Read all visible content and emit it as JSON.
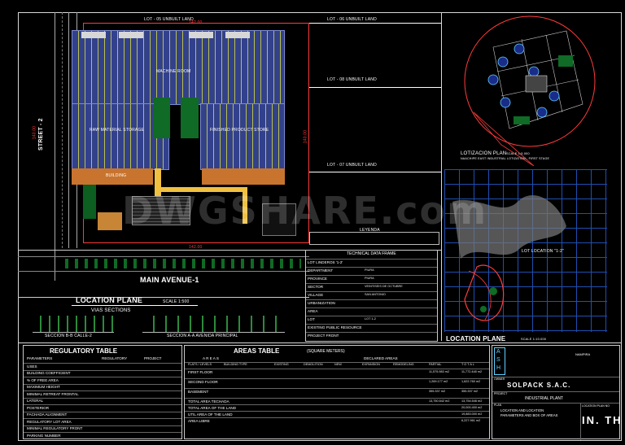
{
  "lots": {
    "lot05": "LOT - 05 UNBUILT LAND",
    "lot06": "LOT - 06 UNBUILT LAND",
    "lot08": "LOT - 08 UNBUILT LAND",
    "lot07": "LOT - 07 UNBUILT LAND"
  },
  "dims": {
    "top": "142.00",
    "left": "140.00",
    "right": "140.00",
    "bottom": "142.00"
  },
  "plan": {
    "street": "STREET - 2",
    "machine_room": "MACHINE ROOM",
    "raw_storage": "RAW MATERIAL STORAGE",
    "finished": "FINISHED PRODUCT STORE",
    "building": "BUILDING",
    "avenue": "MAIN AVENUE-1",
    "location_plane": "LOCATION PLANE",
    "scale1": "SCALE 1:500",
    "vias": "VIAS SECTIONS",
    "sec1": "SECCION B-B CALLE-2",
    "sec2": "SECCION A-A AVENIDA PRINCIPAL",
    "legend": "LEYENDA"
  },
  "lotization": {
    "title": "LOTIZACION PLAN",
    "scale": "SCALE 1:5.000",
    "sub": "NAACHIPE EAST INDUSTRIAL LOTIZATION - FIRST STAGE"
  },
  "location2": {
    "title": "LOCATION PLANE",
    "scale": "SCALE 1:10.000",
    "lot": "LOT LOCATION \"1-2\""
  },
  "tech": {
    "title": "TECHNICAL DATA FRAME",
    "rows": [
      "LOT LINDEROS '1-2'",
      "DEPARTMENT",
      "PROVINCE",
      "SECTOR",
      "VILLAGE",
      "URBANIZATION",
      "AREA",
      "LOT",
      "EXISTING PUBLIC RESOURCE",
      "PROJECT FRONT"
    ],
    "values": [
      "",
      "PIURA",
      "PIURA",
      "VEINTISEIS DE OCTUBRE",
      "SAN ANTONIO",
      "",
      "",
      "LOT 1-2",
      "",
      ""
    ]
  },
  "regulatory": {
    "title": "REGULATORY TABLE",
    "headers": [
      "PARAMETERS",
      "REGULATORY",
      "PROJECT"
    ],
    "rows": [
      [
        "USES",
        "",
        ""
      ],
      [
        "BUILDING COEFFICIENT",
        "",
        ""
      ],
      [
        "% OF FREE AREA",
        "",
        ""
      ],
      [
        "MAXIMUM HEIGHT",
        "",
        ""
      ],
      [
        "MINIMAL RETREAT  FRONTAL",
        "",
        ""
      ],
      [
        "LATERAL",
        "",
        ""
      ],
      [
        "POSTERIOR",
        "",
        ""
      ],
      [
        "FACHADA ALIGNMENT",
        "",
        ""
      ],
      [
        "REGULATORY LOT AREA",
        "",
        ""
      ],
      [
        "MINIMAL REGULATORY FRONT",
        "",
        ""
      ],
      [
        "PARKING NUMBER",
        "",
        ""
      ]
    ]
  },
  "areas": {
    "title": "AREAS TABLE",
    "unit": "(SQUARE METERS)",
    "group1": "A R E A S",
    "group2": "DECLARED AREAS",
    "cols": [
      "FLATS / LEVELS",
      "BUILDING TYPE",
      "EXISTING",
      "DEMOLITION",
      "NEW",
      "EXPANSION",
      "REMODELING",
      "PARTIAL",
      "T O T A L"
    ],
    "rows": [
      {
        "name": "FIRST FLOOR",
        "partial": "11,575.983 m2",
        "total": "11,772.448 m2"
      },
      {
        "name": "SECOND FLOOR",
        "partial": "1,269.177 m2",
        "total": "1,622.760 m2"
      },
      {
        "name": "BASEMENT",
        "partial": "355.337 m2",
        "total": "355.337 m2"
      },
      {
        "name": "TOTAL AREA TECHADA",
        "partial": "13,750.542 m2",
        "total": "13,754.546 m2"
      },
      {
        "name": "TOTAL AREA OF THE LAND",
        "partial": "",
        "total": "20,000.400 m2"
      },
      {
        "name": "UTIL AREA OF THE LAND",
        "partial": "",
        "total": "19,883.000 m2"
      },
      {
        "name": "AREA LIBRE",
        "partial": "",
        "total": "6,227.961 m2"
      }
    ]
  },
  "titleblock": {
    "firm_letters": [
      "A",
      "S",
      "H"
    ],
    "owner_label": "OWNER",
    "owner": "SOLPACK S.A.C.",
    "project_label": "PROJECT",
    "project": "INDUSTRIAL PLANT",
    "plan_label": "PLAN",
    "plan1": "LOCATION AND LOCATION",
    "plan2": "PARAMETERS AND BOX OF AREAS",
    "sheet": "IN. TH",
    "sheet_label": "LOCATION PLAN NO",
    "city": "NAMPIRA"
  },
  "watermark": "DWGSHARE.com",
  "colors": {
    "blue": "#33418a",
    "orange": "#c8742e",
    "green": "#0f6b25",
    "red": "#ff3b3b",
    "yellow": "#ffe24a",
    "cyan": "#5fd2ff"
  }
}
